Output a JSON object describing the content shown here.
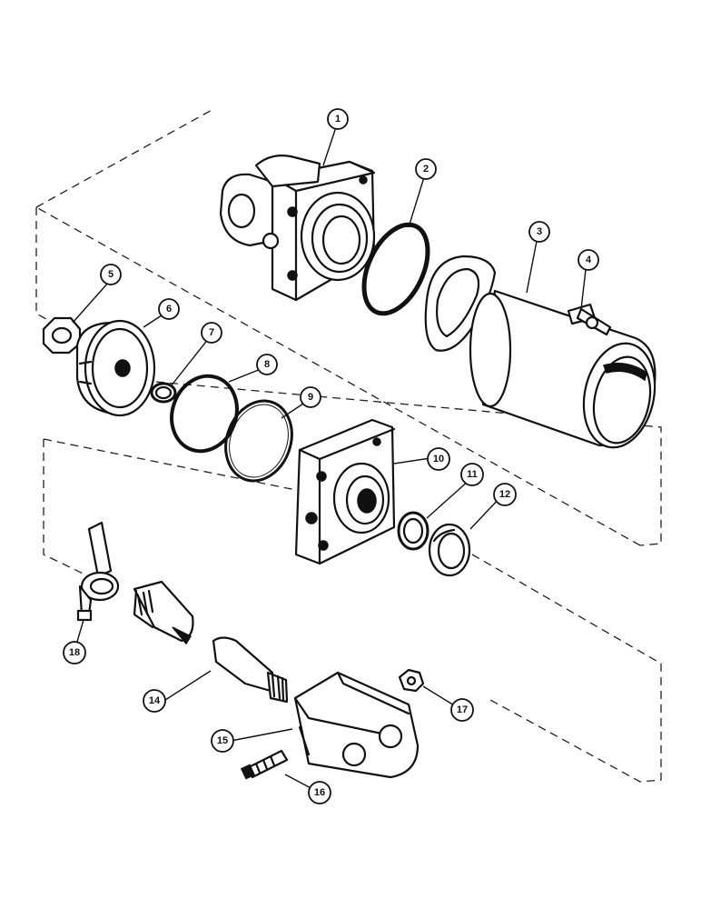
{
  "callouts": [
    {
      "id": "1",
      "label": "1"
    },
    {
      "id": "2",
      "label": "2"
    },
    {
      "id": "3",
      "label": "3"
    },
    {
      "id": "4",
      "label": "4"
    },
    {
      "id": "5",
      "label": "5"
    },
    {
      "id": "6",
      "label": "6"
    },
    {
      "id": "7",
      "label": "7"
    },
    {
      "id": "8",
      "label": "8"
    },
    {
      "id": "9",
      "label": "9"
    },
    {
      "id": "10",
      "label": "10"
    },
    {
      "id": "11",
      "label": "11"
    },
    {
      "id": "12",
      "label": "12"
    },
    {
      "id": "14",
      "label": "14"
    },
    {
      "id": "15",
      "label": "15"
    },
    {
      "id": "16",
      "label": "16"
    },
    {
      "id": "17",
      "label": "17"
    },
    {
      "id": "18",
      "label": "18"
    }
  ]
}
